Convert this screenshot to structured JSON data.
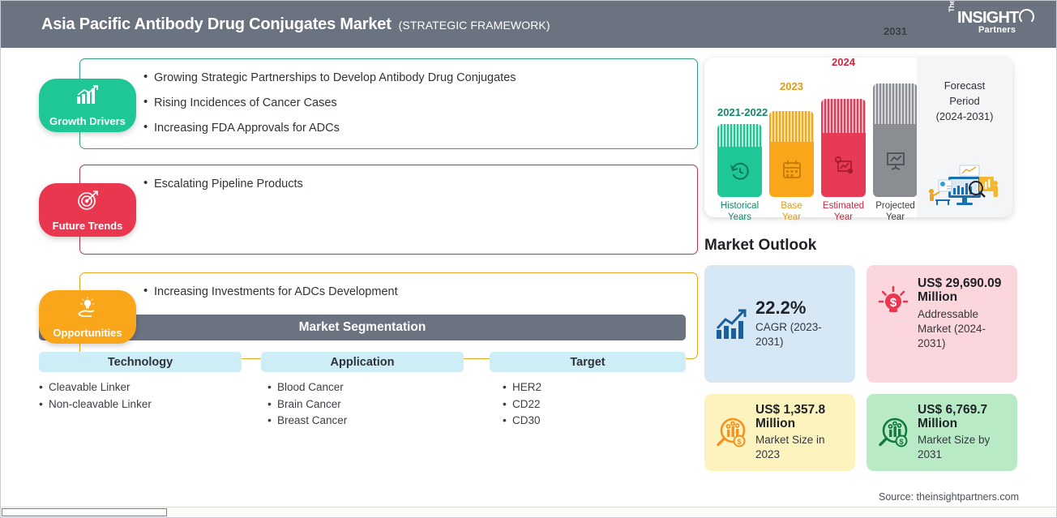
{
  "header": {
    "title": "Asia Pacific Antibody Drug Conjugates Market",
    "subtitle": "(STRATEGIC FRAMEWORK)",
    "logo": {
      "the": "The",
      "name": "INSIGHT",
      "partners": "Partners"
    }
  },
  "drivers": [
    {
      "badge": "Growth Drivers",
      "icon": "bar-chart-growth-icon",
      "color": "#1ec795",
      "border": "#2f9e7e",
      "items": [
        "Growing Strategic Partnerships to Develop Antibody Drug Conjugates",
        "Rising Incidences of Cancer Cases",
        "Increasing FDA Approvals for ADCs"
      ]
    },
    {
      "badge": "Future Trends",
      "icon": "target-dartboard-icon",
      "color": "#e8374f",
      "border": "#c0324a",
      "items": [
        "Escalating Pipeline Products"
      ]
    },
    {
      "badge": "Opportunities",
      "icon": "lightbulb-hand-icon",
      "color": "#f9a61b",
      "border": "#e8a41c",
      "items": [
        "Increasing Investments for ADCs Development"
      ]
    }
  ],
  "segmentation": {
    "title": "Market Segmentation",
    "columns": [
      {
        "head": "Technology",
        "items": [
          "Cleavable Linker",
          "Non-cleavable Linker"
        ]
      },
      {
        "head": "Application",
        "items": [
          "Blood Cancer",
          "Brain Cancer",
          "Breast Cancer"
        ]
      },
      {
        "head": "Target",
        "items": [
          "HER2",
          "CD22",
          "CD30"
        ]
      }
    ]
  },
  "timeline": {
    "bars": [
      {
        "year": "2021-2022",
        "caption": "Historical\nYears",
        "color": "#1ec795",
        "icon": "clock-history-icon"
      },
      {
        "year": "2023",
        "caption": "Base\nYear",
        "color": "#f9a61b",
        "icon": "calendar-icon"
      },
      {
        "year": "2024",
        "caption": "Estimated\nYear",
        "color": "#e63a56",
        "icon": "settings-analytics-icon"
      },
      {
        "year": "2031",
        "caption": "Projected\nYear",
        "color": "#8a8d92",
        "icon": "presentation-chart-icon"
      }
    ],
    "forecast_label": "Forecast\nPeriod\n(2024-2031)",
    "forecast_icon": "business-analytics-illustration"
  },
  "outlook": {
    "title": "Market Outlook",
    "cards": [
      {
        "big": "22.2%",
        "sub": "CAGR (2023-2031)",
        "bg": "#d6e8f5",
        "icon": "bar-chart-arrow-icon",
        "icon_color": "#1a5f9e"
      },
      {
        "big": "US$ 29,690.09 Million",
        "sub": "Addressable Market (2024-2031)",
        "bg": "#fbd6dd",
        "icon": "lightbulb-dollar-icon",
        "icon_color": "#e8374f"
      },
      {
        "big": "US$ 1,357.8 Million",
        "sub": "Market Size in 2023",
        "bg": "#fdf3bf",
        "icon": "magnifier-chart-dollar-icon",
        "icon_color": "#f59120"
      },
      {
        "big": "US$ 6,769.7 Million",
        "sub": "Market Size by 2031",
        "bg": "#b8ebc5",
        "icon": "magnifier-chart-dollar-icon",
        "icon_color": "#127a3e"
      }
    ]
  },
  "source": "Source: theinsightpartners.com"
}
